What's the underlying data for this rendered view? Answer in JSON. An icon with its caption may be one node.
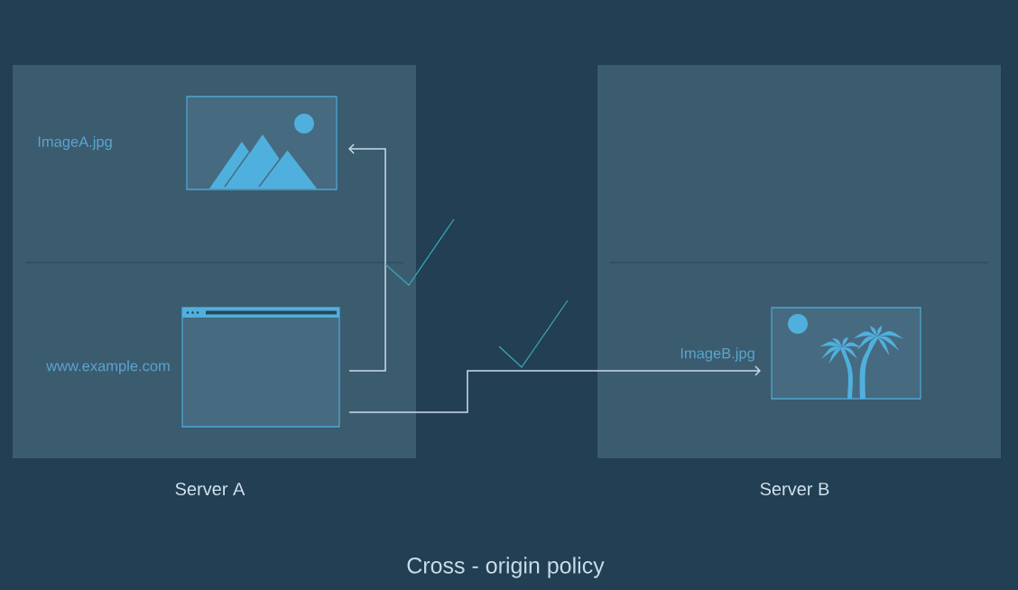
{
  "diagram": {
    "title": "Cross - origin policy",
    "nodes": [
      {
        "text": [
          "Server A"
        ]
      },
      {
        "text": [],
        "shape": "picture",
        "in": 0
      },
      {
        "text": [],
        "shape": "picture",
        "in": 0,
        "beside": [
          "www.example.com"
        ]
      },
      {
        "text": [
          "Server B"
        ]
      },
      {
        "text": [],
        "shape": "picture",
        "in": 3,
        "beside": [
          "ImageB.jpg"
        ]
      }
    ],
    "edges": [
      {
        "from": 2,
        "to": 1,
        "arrow": "to"
      },
      {
        "from": 2,
        "to": 4,
        "arrow": "to"
      }
    ],
    "labels": [
      "ImageA.jpg"
    ]
  }
}
